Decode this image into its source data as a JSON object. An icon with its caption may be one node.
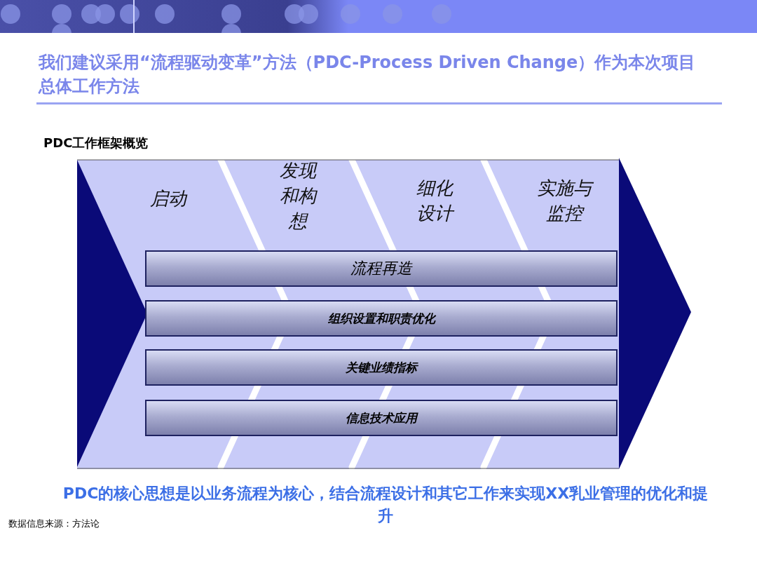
{
  "diagram": {
    "title": "我们建议采用“流程驱动变革”方法（PDC-Process Driven Change）作为本次项目总体工作方法",
    "nodes": [
      {
        "text": [
          "启动"
        ]
      },
      {
        "text": [
          "发现和构想"
        ]
      },
      {
        "text": [
          "细化设计"
        ]
      },
      {
        "text": [
          "实施与监控"
        ]
      },
      {
        "text": [
          "流程再造"
        ]
      },
      {
        "text": [
          "组织设置和职责优化"
        ]
      },
      {
        "text": [
          "关键业绩指标"
        ]
      },
      {
        "text": [
          "信息技术应用"
        ]
      }
    ],
    "labels": [
      "PDC工作框架概览",
      "PDC的核心思想是以业务流程为核心，结合流程设计和其它工作来实现XX乳业管理的优化和提升",
      "数据信息来源：方法论"
    ]
  }
}
